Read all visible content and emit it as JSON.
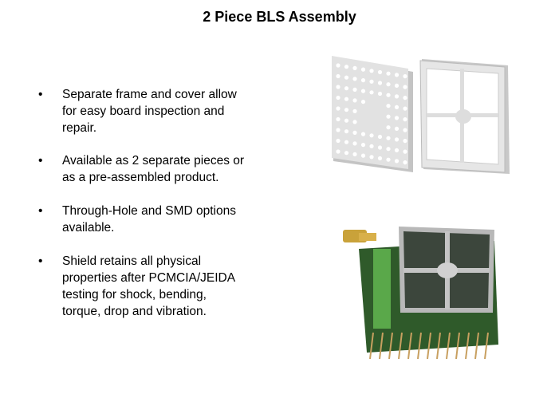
{
  "slide": {
    "title": "2 Piece BLS Assembly",
    "bullet_symbol": "•",
    "bullets": [
      {
        "lines": [
          "Separate frame and cover allow",
          "for easy board inspection and",
          "repair."
        ]
      },
      {
        "lines": [
          "Available as 2 separate pieces or",
          "as a pre-assembled product."
        ]
      },
      {
        "lines": [
          "Through-Hole and SMD options",
          "available."
        ]
      },
      {
        "lines": [
          "Shield retains all physical",
          "properties after PCMCIA/JEIDA",
          "testing for shock, bending,",
          "torque, drop and vibration."
        ]
      }
    ]
  }
}
